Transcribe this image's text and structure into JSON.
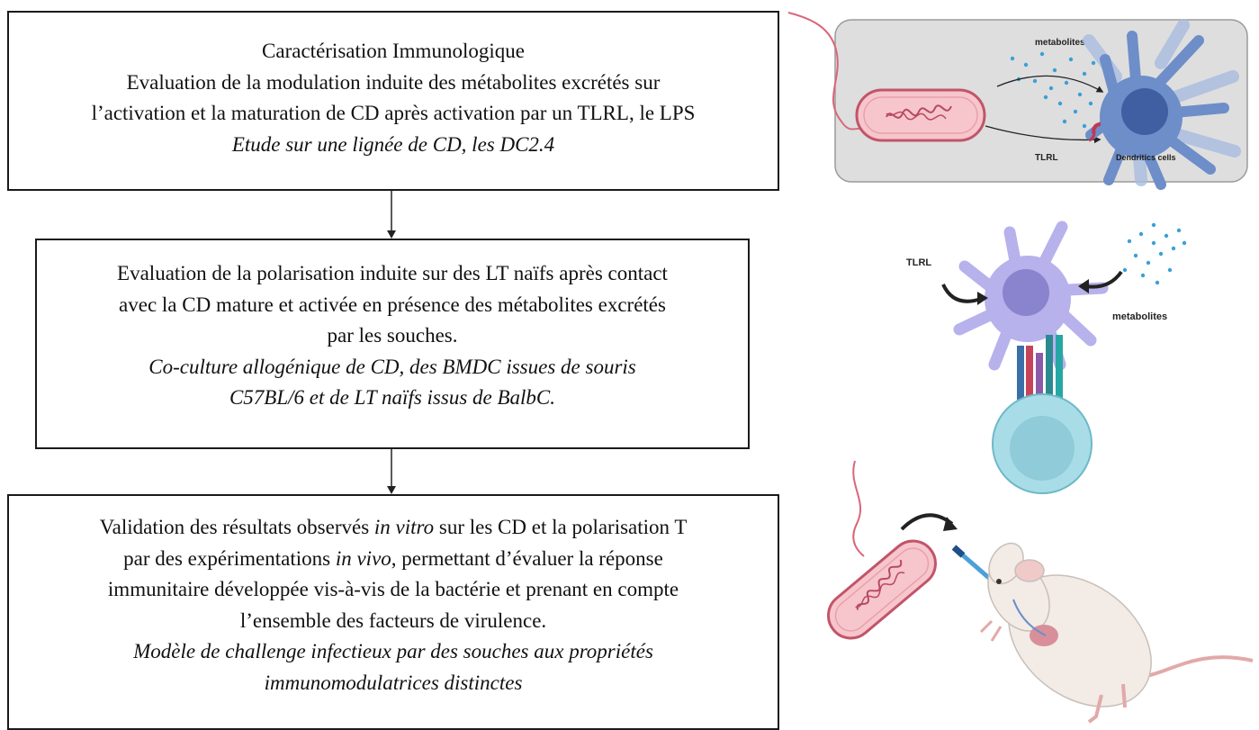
{
  "steps": [
    {
      "title": "Caractérisation Immunologique",
      "line2": "Evaluation de la modulation induite des métabolites excrétés sur",
      "line3": "l’activation et la maturation de CD après activation par un TLRL, le LPS",
      "italic": "Etude sur une lignée de CD, les DC2.4"
    },
    {
      "line1": "Evaluation de la polarisation induite sur des LT naïfs après contact",
      "line2": "avec la CD mature et activée en présence des métabolites excrétés",
      "line3": "par les souches.",
      "italic1": "Co-culture allogénique de CD, des BMDC issues de souris",
      "italic2": "C57BL/6 et de LT naïfs issus de BalbC."
    },
    {
      "line1_a": "Validation des résultats observés ",
      "line1_b": "in vitro",
      "line1_c": " sur les CD et la polarisation T",
      "line2_a": "par des expérimentations ",
      "line2_b": "in vivo",
      "line2_c": ", permettant d’évaluer la réponse",
      "line3": "immunitaire développée vis-à-vis de la bactérie et prenant en compte",
      "line4": "l’ensemble des facteurs de virulence.",
      "italic1": "Modèle de challenge infectieux par des souches aux propriétés",
      "italic2": "immunomodulatrices distinctes"
    }
  ],
  "illustrations": {
    "panel1": {
      "metabolites": "metabolites",
      "tlrl": "TLRL",
      "cell": "Dendritics cells"
    },
    "panel2": {
      "tlrl": "TLRL",
      "metabolites": "metabolites"
    }
  },
  "colors": {
    "bacterium": "#f6c6cc",
    "bacterium_outline": "#c25569",
    "dendritic_cell_1": "#6d8ec8",
    "dendritic_cell_2": "#b7b1ec",
    "t_cell": "#a8dde8",
    "metabolite_dots": "#3aa0d6",
    "panel_bg": "#dedede",
    "mouse": "#f2ebe6"
  }
}
